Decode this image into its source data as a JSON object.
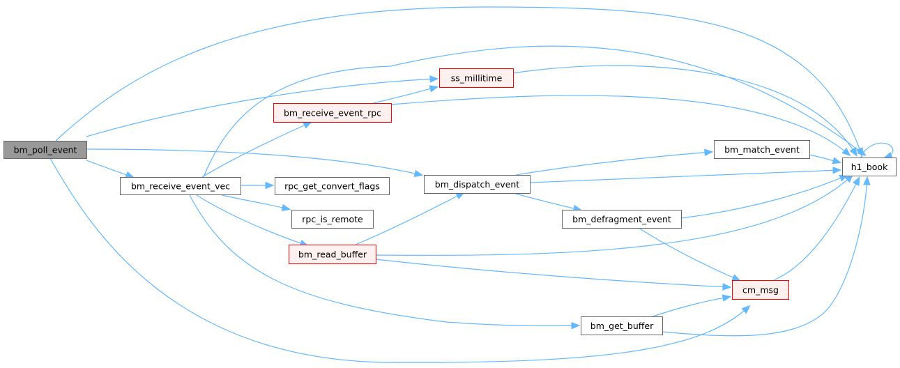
{
  "colors": {
    "edge": "#63b8ff",
    "node_border": "#666666",
    "node_fill": "#ffffff",
    "highlight_fill": "#999999",
    "highlight_border": "#666666",
    "link_border": "#ff0000",
    "link_fill": "#fff0f0"
  },
  "nodes": [
    {
      "id": "bm_poll_event",
      "label": "bm_poll_event",
      "style": "highlight"
    },
    {
      "id": "bm_receive_event_vec",
      "label": "bm_receive_event_vec",
      "style": "normal"
    },
    {
      "id": "bm_receive_event_rpc",
      "label": "bm_receive_event_rpc",
      "style": "red"
    },
    {
      "id": "ss_millitime",
      "label": "ss_millitime",
      "style": "red"
    },
    {
      "id": "rpc_get_convert_flags",
      "label": "rpc_get_convert_flags",
      "style": "normal"
    },
    {
      "id": "rpc_is_remote",
      "label": "rpc_is_remote",
      "style": "normal"
    },
    {
      "id": "bm_read_buffer",
      "label": "bm_read_buffer",
      "style": "red"
    },
    {
      "id": "bm_dispatch_event",
      "label": "bm_dispatch_event",
      "style": "normal"
    },
    {
      "id": "bm_match_event",
      "label": "bm_match_event",
      "style": "normal"
    },
    {
      "id": "bm_defragment_event",
      "label": "bm_defragment_event",
      "style": "normal"
    },
    {
      "id": "cm_msg",
      "label": "cm_msg",
      "style": "red"
    },
    {
      "id": "bm_get_buffer",
      "label": "bm_get_buffer",
      "style": "normal"
    },
    {
      "id": "h1_book",
      "label": "h1_book",
      "style": "normal"
    }
  ],
  "edges": [
    {
      "from": "bm_poll_event",
      "to": "h1_book"
    },
    {
      "from": "bm_poll_event",
      "to": "ss_millitime"
    },
    {
      "from": "bm_poll_event",
      "to": "bm_dispatch_event"
    },
    {
      "from": "bm_poll_event",
      "to": "bm_receive_event_vec"
    },
    {
      "from": "bm_poll_event",
      "to": "cm_msg"
    },
    {
      "from": "bm_receive_event_vec",
      "to": "h1_book"
    },
    {
      "from": "bm_receive_event_vec",
      "to": "bm_receive_event_rpc"
    },
    {
      "from": "bm_receive_event_vec",
      "to": "rpc_get_convert_flags"
    },
    {
      "from": "bm_receive_event_vec",
      "to": "rpc_is_remote"
    },
    {
      "from": "bm_receive_event_vec",
      "to": "bm_read_buffer"
    },
    {
      "from": "bm_receive_event_vec",
      "to": "bm_get_buffer"
    },
    {
      "from": "bm_receive_event_rpc",
      "to": "ss_millitime"
    },
    {
      "from": "bm_receive_event_rpc",
      "to": "h1_book"
    },
    {
      "from": "ss_millitime",
      "to": "h1_book"
    },
    {
      "from": "bm_read_buffer",
      "to": "bm_dispatch_event"
    },
    {
      "from": "bm_read_buffer",
      "to": "h1_book"
    },
    {
      "from": "bm_read_buffer",
      "to": "cm_msg"
    },
    {
      "from": "bm_dispatch_event",
      "to": "bm_match_event"
    },
    {
      "from": "bm_dispatch_event",
      "to": "h1_book"
    },
    {
      "from": "bm_dispatch_event",
      "to": "bm_defragment_event"
    },
    {
      "from": "bm_match_event",
      "to": "h1_book"
    },
    {
      "from": "bm_defragment_event",
      "to": "h1_book"
    },
    {
      "from": "bm_defragment_event",
      "to": "cm_msg"
    },
    {
      "from": "cm_msg",
      "to": "h1_book"
    },
    {
      "from": "bm_get_buffer",
      "to": "cm_msg"
    },
    {
      "from": "bm_get_buffer",
      "to": "h1_book"
    },
    {
      "from": "h1_book",
      "to": "h1_book"
    }
  ]
}
